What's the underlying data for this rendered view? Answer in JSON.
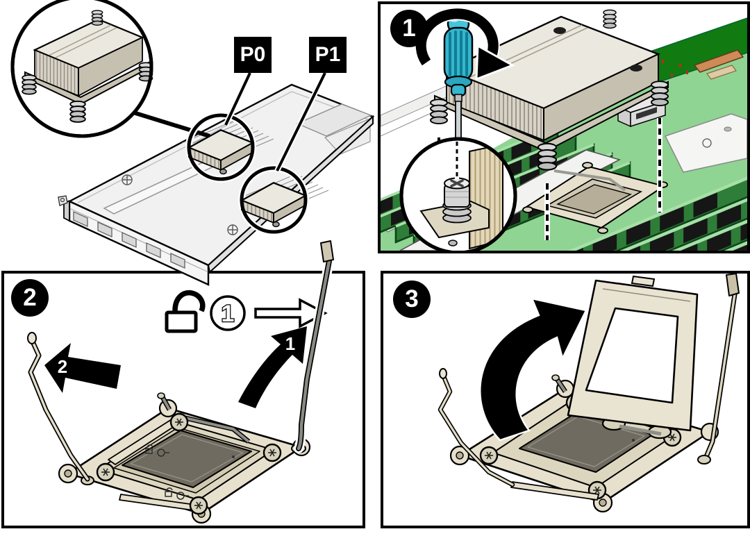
{
  "overview": {
    "processor_labels": [
      {
        "label": "P0"
      },
      {
        "label": "P1"
      }
    ],
    "icons": [
      "magnifier-callout-circle",
      "heatsink-illustration",
      "server-chassis-illustration",
      "processor-location-circles"
    ]
  },
  "steps": [
    {
      "badge": "1",
      "icons": [
        "screwdriver-icon",
        "rotate-clockwise-arrow-icon",
        "screw-callout-circle",
        "alignment-dashed-lines"
      ]
    },
    {
      "badge": "2",
      "circled_step": "1",
      "arrow_labels": [
        {
          "label": "1"
        },
        {
          "label": "2"
        }
      ],
      "icons": [
        "unlock-icon",
        "step-number-circle-icon",
        "direction-right-arrow-icon",
        "lever-motion-arrow-icons"
      ]
    },
    {
      "badge": "3",
      "icons": [
        "open-cover-curved-arrow-icon"
      ]
    }
  ],
  "colors": {
    "background": "#ffffff",
    "outline": "#000000",
    "heatsink_beige": "#ebe8df",
    "heatsink_shadow": "#c6c0b1",
    "chassis_light": "#f1f1f1",
    "board_green": "#8fd492",
    "pcb_dark_green": "#117a11",
    "dimm_green": "#2e7d38",
    "chip_black": "#161616",
    "led_red": "#cc2222",
    "screwdriver_teal": "#35b6cf",
    "socket_beige": "#e6e0cd",
    "cpu_cover_gray": "#6f6b60",
    "copper": "#cf8a56",
    "lever_gray": "#8a8a84",
    "arrow_black": "#000000"
  }
}
